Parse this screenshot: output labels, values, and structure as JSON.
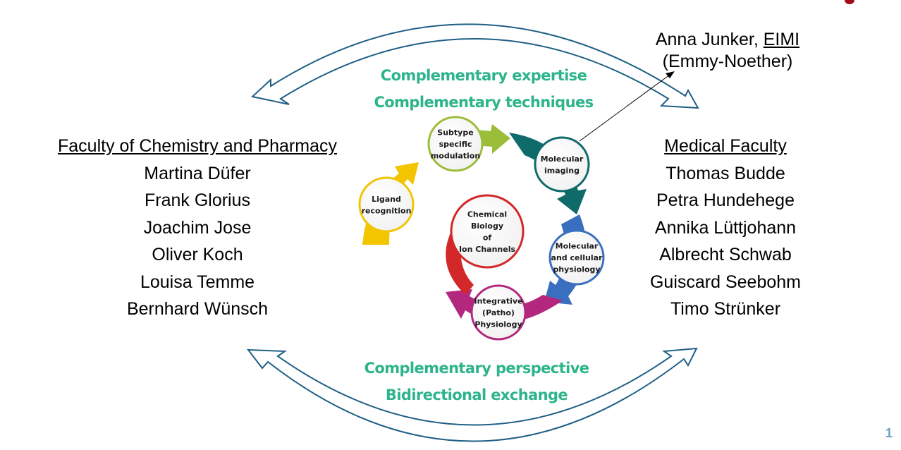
{
  "cycle": {
    "center": [
      "Chemical",
      "Biology",
      "of",
      "Ion Channels"
    ],
    "steps": [
      {
        "lines": [
          "Ligand",
          "recognition"
        ],
        "color": "#f2c500"
      },
      {
        "lines": [
          "Subtype",
          "specific",
          "modulation"
        ],
        "color": "#9abd3a"
      },
      {
        "lines": [
          "Molecular",
          "imaging"
        ],
        "color": "#0f6a6a"
      },
      {
        "lines": [
          "Molecular",
          "and cellular",
          "physiology"
        ],
        "color": "#3a6fc0"
      },
      {
        "lines": [
          "Integrative",
          "(Patho)",
          "Physiology"
        ],
        "color": "#b3287e"
      }
    ],
    "center_color": "#d3282a"
  },
  "left_faculty": {
    "heading": "Faculty of Chemistry and Pharmacy",
    "members": [
      "Martina Düfer",
      "Frank Glorius",
      "Joachim Jose",
      "Oliver Koch",
      "Louisa Temme",
      "Bernhard Wünsch"
    ]
  },
  "right_faculty": {
    "heading": "Medical Faculty",
    "members": [
      "Thomas Budde",
      "Petra Hundehege",
      "Annika Lüttjohann",
      "Albrecht Schwab",
      "Guiscard Seebohm",
      "Timo Strünker"
    ]
  },
  "annotation": {
    "name": "Anna Junker, ",
    "institute": "EIMI",
    "program": "(Emmy-Noether)"
  },
  "top_labels": [
    "Complementary expertise",
    "Complementary techniques"
  ],
  "bottom_labels": [
    "Complementary perspective",
    "Bidirectional exchange"
  ],
  "colors": {
    "accent_green": "#2db48a",
    "arrow_outline": "#1f5f86",
    "logo": "#a4081d",
    "page_number": "#6a9fc0"
  },
  "page_number": "1"
}
